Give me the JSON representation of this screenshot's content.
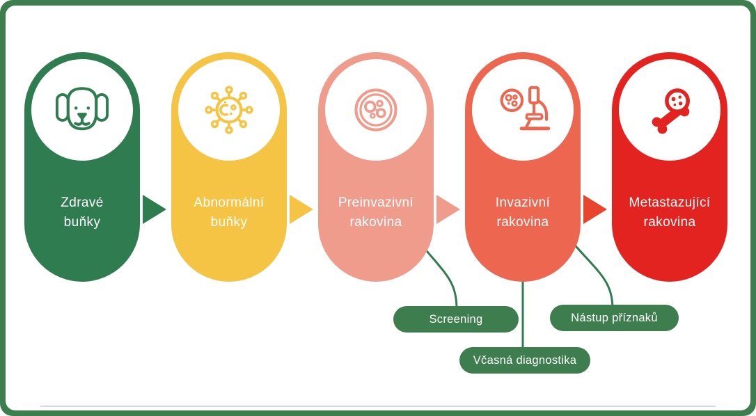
{
  "frame": {
    "border_color": "#3e7d4e",
    "sheet_color": "#ffffff",
    "bottom_line_color": "#d8d8d8"
  },
  "stages": [
    {
      "name": "healthy-cells",
      "label": "Zdravé buňky",
      "line1": "Zdravé",
      "line2": "buňky",
      "color": "#2e7c4f",
      "icon": "dog-icon"
    },
    {
      "name": "abnormal-cells",
      "label": "Abnormální buňky",
      "line1": "Abnormální",
      "line2": "buňky",
      "color": "#f5c444",
      "icon": "abnormal-cells-icon"
    },
    {
      "name": "preinvasive-cancer",
      "label": "Preinvazivní rakovina",
      "line1": "Preinvazivní",
      "line2": "rakovina",
      "color": "#ef9c8d",
      "icon": "petri-dish-icon"
    },
    {
      "name": "invasive-cancer",
      "label": "Invazivní rakovina",
      "line1": "Invazivní",
      "line2": "rakovina",
      "color": "#ec6650",
      "icon": "microscope-icon"
    },
    {
      "name": "metastatic-cancer",
      "label": "Metastazující rakovina",
      "line1": "Metastazující",
      "line2": "rakovina",
      "color": "#e2231f",
      "icon": "bone-icon"
    }
  ],
  "arrows": [
    {
      "color": "#2e7c4f"
    },
    {
      "color": "#f5c444"
    },
    {
      "color": "#ef9c8d"
    },
    {
      "color": "#e8452f"
    }
  ],
  "callouts": [
    {
      "name": "screening",
      "label": "Screening"
    },
    {
      "name": "early-diagnostics",
      "label": "Včasná diagnostika"
    },
    {
      "name": "onset-of-symptoms",
      "label": "Nástup příznaků"
    }
  ],
  "callout_color": "#3e7d4e",
  "connector_color": "#2e7c4f",
  "text_color": "#ffffff"
}
